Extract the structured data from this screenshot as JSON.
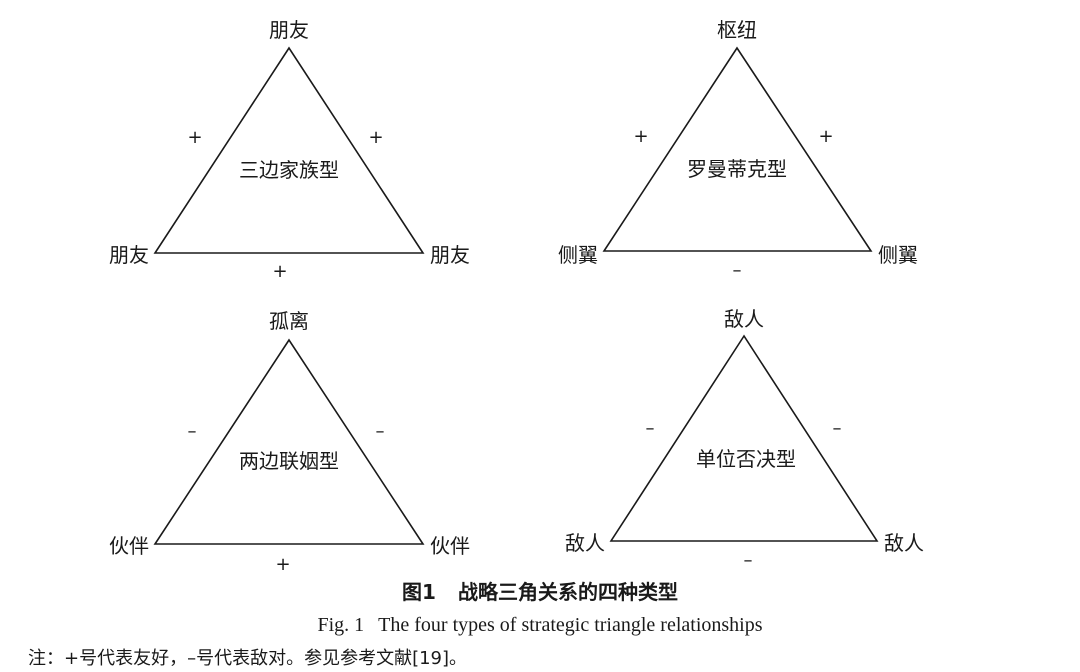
{
  "triangles": [
    {
      "name": "三边家族型",
      "vertices": {
        "top": "朋友",
        "left": "朋友",
        "right": "朋友"
      },
      "signs": {
        "left_edge": "+",
        "right_edge": "+",
        "bottom_edge": "+"
      }
    },
    {
      "name": "罗曼蒂克型",
      "vertices": {
        "top": "枢纽",
        "left": "侧翼",
        "right": "侧翼"
      },
      "signs": {
        "left_edge": "+",
        "right_edge": "+",
        "bottom_edge": "–"
      }
    },
    {
      "name": "两边联姻型",
      "vertices": {
        "top": "孤离",
        "left": "伙伴",
        "right": "伙伴"
      },
      "signs": {
        "left_edge": "–",
        "right_edge": "–",
        "bottom_edge": "+"
      }
    },
    {
      "name": "单位否决型",
      "vertices": {
        "top": "敌人",
        "left": "敌人",
        "right": "敌人"
      },
      "signs": {
        "left_edge": "–",
        "right_edge": "–",
        "bottom_edge": "–"
      }
    }
  ],
  "caption": {
    "zh_number": "图1",
    "zh_title": "战略三角关系的四种类型",
    "en_number": "Fig. 1",
    "en_title": "The four types of strategic triangle relationships"
  },
  "note": "注：+号代表友好，–号代表敌对。参见参考文献[19]。"
}
